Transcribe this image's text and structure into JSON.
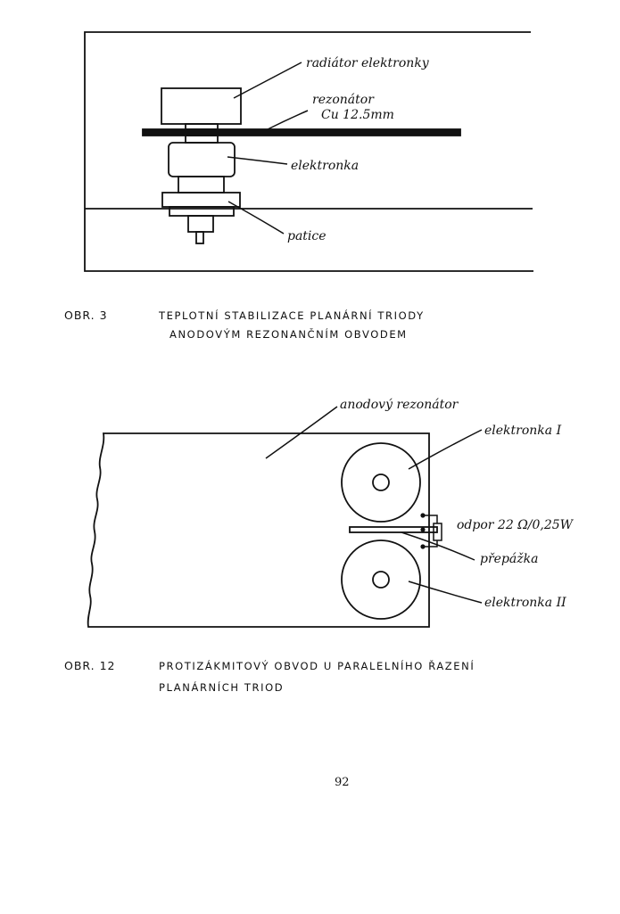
{
  "figure3": {
    "labels": {
      "radiator": "radiátor elektronky",
      "resonator_line1": "rezonátor",
      "resonator_line2": "Cu 12.5mm",
      "tube": "elektronka",
      "socket": "patice"
    },
    "caption": {
      "number": "OBR. 3",
      "line1": "TEPLOTNÍ STABILIZACE PLANÁRNÍ TRIODY",
      "line2": "ANODOVÝM REZONANČNÍM OBVODEM"
    }
  },
  "figure12": {
    "labels": {
      "anode_resonator": "anodový rezonátor",
      "tube1": "elektronka I",
      "resistor": "odpor 22 Ω/0,25W",
      "septum": "přepážka",
      "tube2": "elektronka II"
    },
    "caption": {
      "number": "OBR. 12",
      "line1": "PROTIZÁKMITOVÝ OBVOD U PARALELNÍHO ŘAZENÍ",
      "line2": "PLANÁRNÍCH TRIOD"
    }
  },
  "page_number": "92"
}
